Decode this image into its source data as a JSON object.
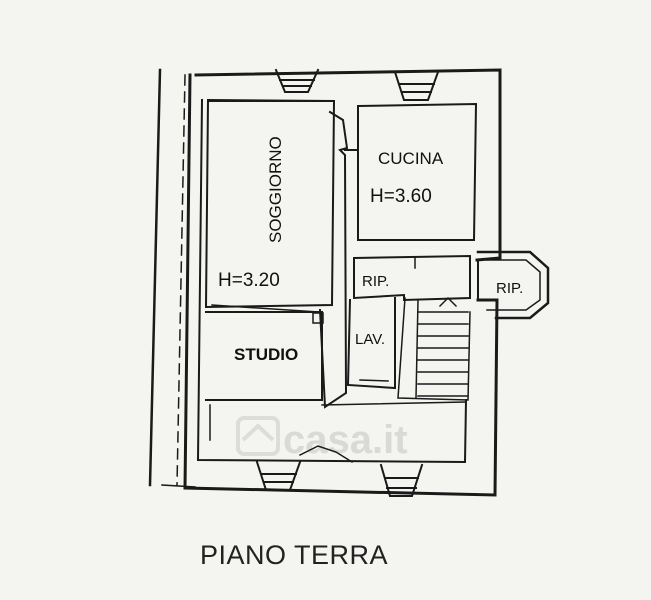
{
  "rooms": {
    "soggiorno": "SOGGIORNO",
    "cucina": "CUCINA",
    "cucina_height": "H=3.60",
    "soggiorno_height": "H=3.20",
    "studio": "STUDIO",
    "rip_small": "RIP.",
    "rip_bay": "RIP.",
    "lav": "LAV."
  },
  "watermark": "casa.it",
  "caption": "PIANO TERRA",
  "colors": {
    "ink": "#1a1a1a",
    "paper": "#f4f4f1",
    "watermark": "#d9d9d6"
  }
}
